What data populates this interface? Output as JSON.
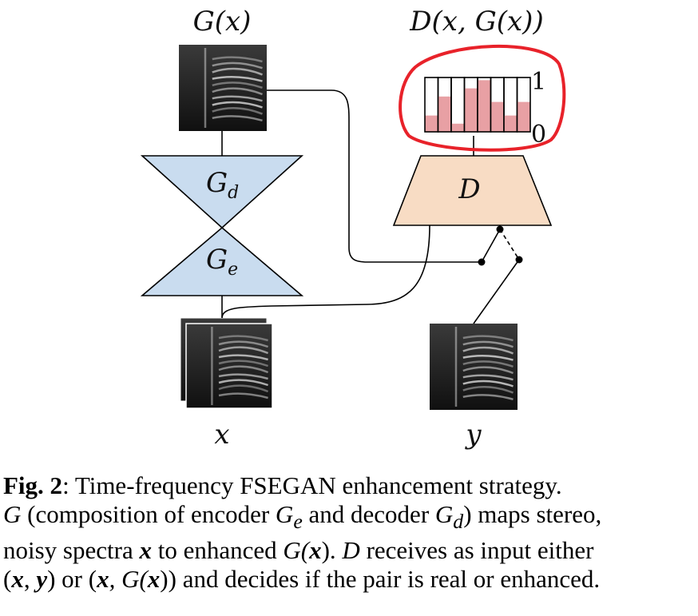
{
  "labels": {
    "g_output": "G(x)",
    "d_output": "D(x, G(x))",
    "gd": "G",
    "gd_sub": "d",
    "ge": "G",
    "ge_sub": "e",
    "d": "D",
    "x": "x",
    "y": "y",
    "scale_top": "1",
    "scale_bottom": "0"
  },
  "discriminator_output": {
    "bar_count": 8,
    "levels": [
      0.3,
      0.65,
      0.15,
      0.8,
      0.95,
      0.55,
      0.3,
      0.55
    ]
  },
  "colors": {
    "generator": "#c9dcef",
    "discriminator": "#f8dcc4",
    "bars": "#e8a0a4",
    "highlight": "#e8222a"
  },
  "caption": {
    "fig": "Fig. 2",
    "line1_rest": ":   Time-frequency FSEGAN enhancement strategy.",
    "l2_a": "G",
    "l2_b": " (composition of encoder ",
    "l2_c": "G",
    "l2_c_sub": "e",
    "l2_d": " and decoder ",
    "l2_e": "G",
    "l2_e_sub": "d",
    "l2_f": ") maps stereo,",
    "l3_a": "noisy spectra ",
    "l3_b": "x",
    "l3_c": " to enhanced ",
    "l3_d": "G(",
    "l3_e": "x",
    "l3_f": "). ",
    "l3_g": "D",
    "l3_h": " receives as input either",
    "l4_a": "(",
    "l4_b": "x",
    "l4_c": ", ",
    "l4_d": "y",
    "l4_e": ") or (",
    "l4_f": "x",
    "l4_g": ", G(",
    "l4_h": "x",
    "l4_i": ")) and decides if the pair is real or enhanced."
  }
}
